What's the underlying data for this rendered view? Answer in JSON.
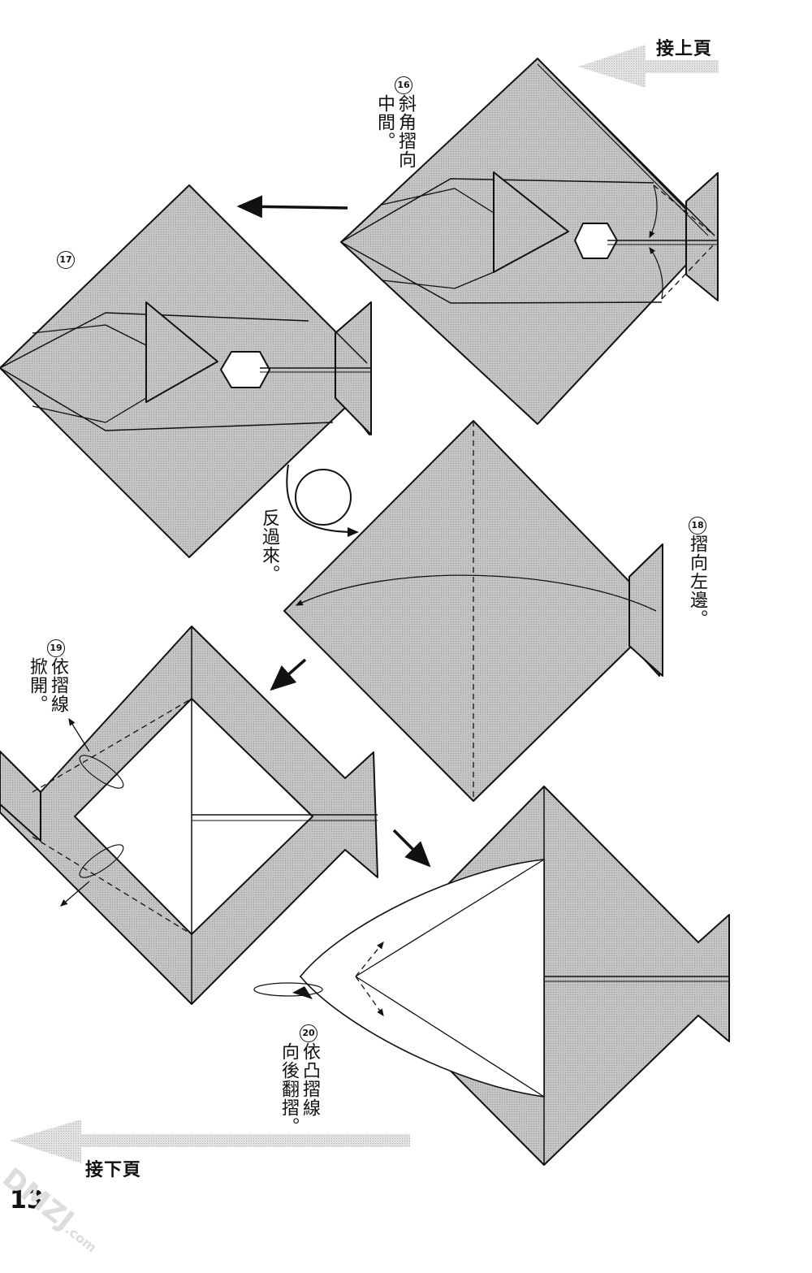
{
  "nav": {
    "prev_page": "接上頁",
    "next_page": "接下頁"
  },
  "page_number": "13",
  "watermark": {
    "main": "DMZJ",
    "sub": ".com"
  },
  "steps": [
    {
      "number": "16",
      "instruction": "斜角摺向\n中間。"
    },
    {
      "number": "17",
      "instruction": ""
    },
    {
      "number": "18",
      "instruction": "摺向左邊。"
    },
    {
      "number": "19",
      "instruction": "依摺線\n掀開。"
    },
    {
      "number": "20",
      "instruction": "依凸摺線\n向後翻摺。"
    }
  ],
  "notes": {
    "turn_over": "反過來。"
  },
  "colors": {
    "paper": "#bdbdbd",
    "line": "#111111",
    "arrow_gray": "#c8c8c8"
  }
}
